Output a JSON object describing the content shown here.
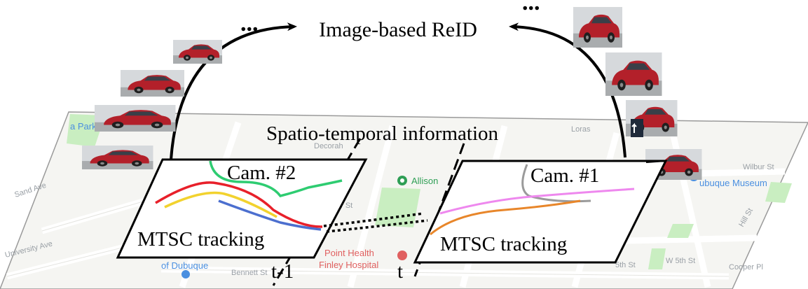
{
  "title": "Image-based ReID",
  "spatio_label": "Spatio-temporal information",
  "cam2": {
    "label": "Cam. #2",
    "tracking": "MTSC tracking",
    "time": "t-1"
  },
  "cam1": {
    "label": "Cam. #1",
    "tracking": "MTSC tracking",
    "time": "t"
  },
  "ellipsis": "...",
  "colors": {
    "track_green": "#2ecc71",
    "track_red": "#e8202a",
    "track_yellow": "#f2d22e",
    "track_blue": "#4c6fcf",
    "track_pink": "#ee88ee",
    "track_orange": "#e8862a",
    "track_gray": "#9a9a9a",
    "car_red": "#b3202a",
    "map_park": "#c9eec1"
  },
  "map_labels": {
    "park": "a Park",
    "sand_ave": "Sand Ave",
    "university_ave": "University Ave",
    "of_dubuque": "of Dubuque",
    "bennett_st": "Bennett St",
    "allison": "Allison",
    "point_health": "Point Health",
    "finley_hospital": "Finley Hospital",
    "museum": "ubuque Museum",
    "wilbur_st": "Wilbur St",
    "loras": "Loras",
    "hill_st": "Hill St",
    "w5th": "W 5th St",
    "fifth": "5th St",
    "cooper": "Cooper Pl",
    "decorah": "Decorah",
    "ter_st": "er St"
  }
}
